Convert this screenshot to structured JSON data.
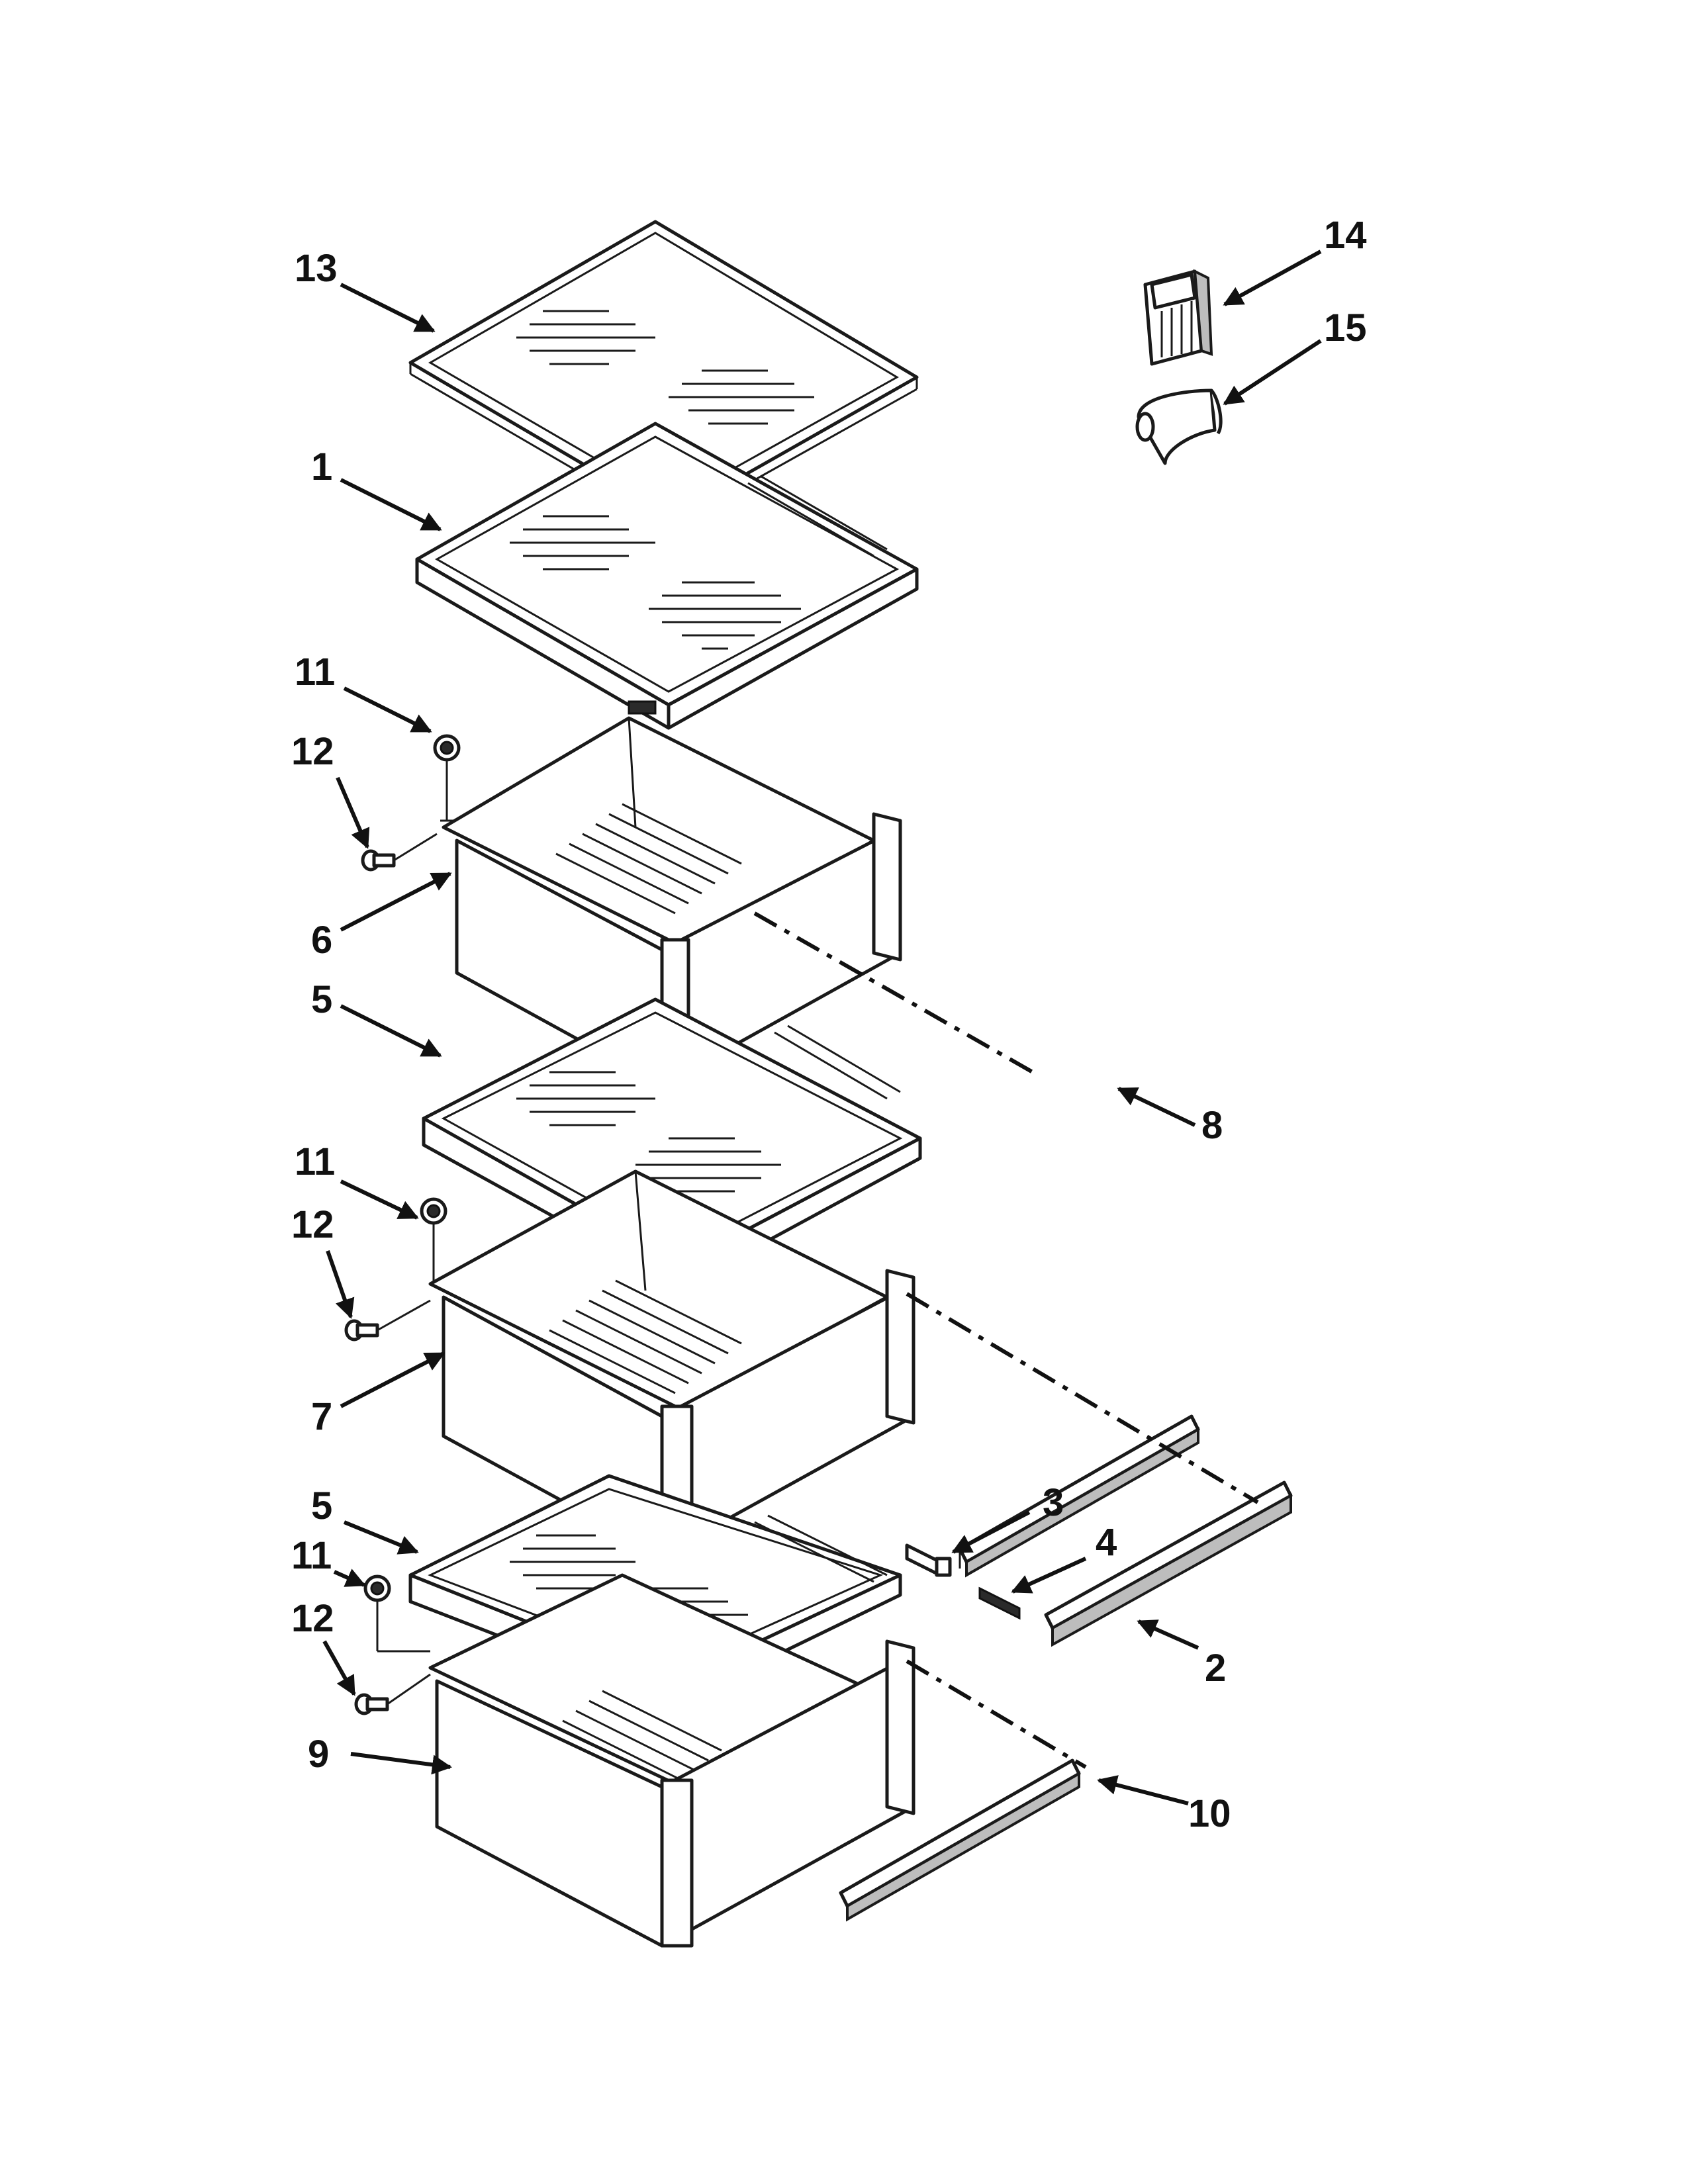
{
  "callouts": {
    "c1": "1",
    "c2": "2",
    "c3": "3",
    "c4": "4",
    "c5a": "5",
    "c5b": "5",
    "c6": "6",
    "c7": "7",
    "c8": "8",
    "c9": "9",
    "c10": "10",
    "c11a": "11",
    "c11b": "11",
    "c11c": "11",
    "c12a": "12",
    "c12b": "12",
    "c12c": "12",
    "c13": "13",
    "c14": "14",
    "c15": "15"
  },
  "colors": {
    "line": "#1a1a1a",
    "background": "#ffffff"
  }
}
